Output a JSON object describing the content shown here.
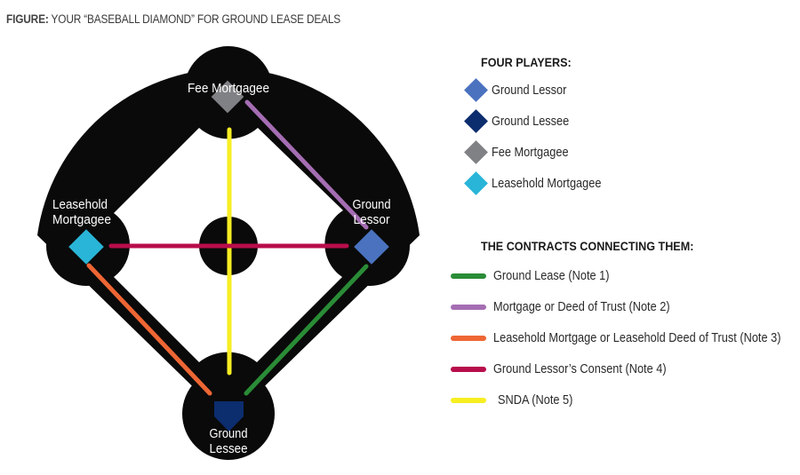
{
  "figure": {
    "title_prefix": "FIGURE:",
    "title_rest": "YOUR “BASEBALL DIAMOND” FOR GROUND LEASE DEALS"
  },
  "diagram": {
    "field_color": "#0a0a0a",
    "nodes": {
      "fee_mortgagee": {
        "label": "Fee Mortgagee",
        "color": "#808184"
      },
      "leasehold_mortgagee": {
        "label_line1": "Leasehold",
        "label_line2": "Mortgagee",
        "color": "#29b5d8"
      },
      "ground_lessor": {
        "label_line1": "Ground",
        "label_line2": "Lessor",
        "color": "#4a72bf"
      },
      "ground_lessee": {
        "label_line1": "Ground",
        "label_line2": "Lessee",
        "color": "#0c2d6e"
      }
    },
    "connections": [
      {
        "name": "ground-lease",
        "from": "ground_lessee",
        "to": "ground_lessor",
        "color": "#2a8c36"
      },
      {
        "name": "mortgage-or-deed-of-trust",
        "from": "fee_mortgagee",
        "to": "ground_lessor",
        "color": "#a56db3"
      },
      {
        "name": "leasehold-mortgage",
        "from": "leasehold_mortgagee",
        "to": "ground_lessee",
        "color": "#ee6634"
      },
      {
        "name": "ground-lessors-consent",
        "from": "leasehold_mortgagee",
        "to": "ground_lessor",
        "color": "#b80d4b"
      },
      {
        "name": "snda",
        "from": "fee_mortgagee",
        "to": "ground_lessee",
        "color": "#f7ee22"
      }
    ]
  },
  "legend": {
    "players_heading": "FOUR PLAYERS:",
    "players": [
      {
        "label": "Ground Lessor",
        "color": "#4a72bf"
      },
      {
        "label": "Ground Lessee",
        "color": "#0c2d6e"
      },
      {
        "label": "Fee Mortgagee",
        "color": "#808184"
      },
      {
        "label": "Leasehold Mortgagee",
        "color": "#29b5d8"
      }
    ],
    "contracts_heading": "THE CONTRACTS CONNECTING THEM:",
    "contracts": [
      {
        "label": "Ground Lease (Note 1)",
        "color": "#2a8c36"
      },
      {
        "label": "Mortgage or Deed of Trust (Note 2)",
        "color": "#a56db3"
      },
      {
        "label": "Leasehold Mortgage or Leasehold Deed of Trust (Note 3)",
        "color": "#ee6634"
      },
      {
        "label": "Ground Lessor’s Consent (Note 4)",
        "color": "#b80d4b"
      },
      {
        "label": "SNDA (Note 5)",
        "color": "#f7ee22"
      }
    ]
  }
}
